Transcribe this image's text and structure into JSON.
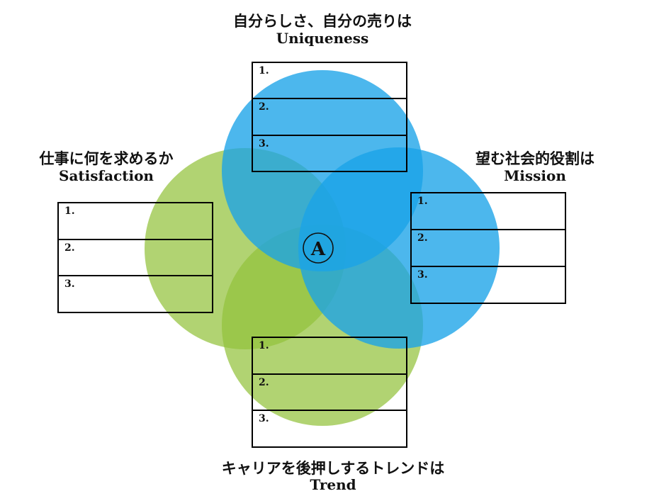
{
  "center_label": "A",
  "circles": {
    "uniqueness_color": "#1aa3e8",
    "satisfaction_color": "#93c23c",
    "mission_color": "#1aa3e8",
    "trend_color": "#93c23c"
  },
  "sections": {
    "uniqueness": {
      "title_jp": "自分らしさ、自分の売りは",
      "title_en": "Uniqueness",
      "items": [
        "1.",
        "2.",
        "3."
      ]
    },
    "satisfaction": {
      "title_jp": "仕事に何を求めるか",
      "title_en": "Satisfaction",
      "items": [
        "1.",
        "2.",
        "3."
      ]
    },
    "mission": {
      "title_jp": "望む社会的役割は",
      "title_en": "Mission",
      "items": [
        "1.",
        "2.",
        "3."
      ]
    },
    "trend": {
      "title_jp": "キャリアを後押しするトレンドは",
      "title_en": "Trend",
      "items": [
        "1.",
        "2.",
        "3."
      ]
    }
  }
}
